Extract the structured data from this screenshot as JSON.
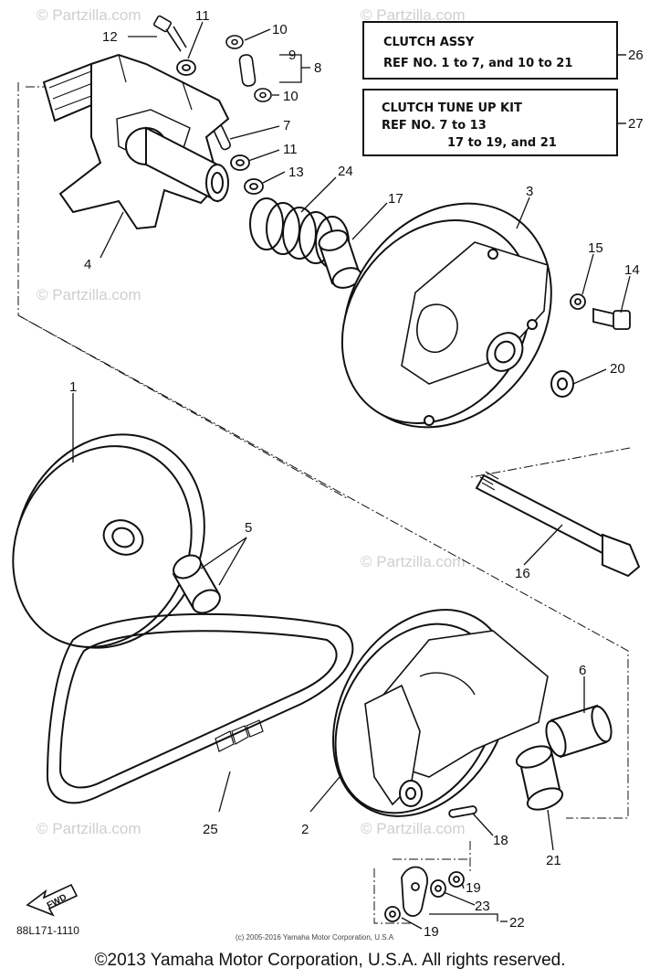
{
  "watermark": "© Partzilla.com",
  "ref_boxes": {
    "clutch_assy": {
      "title": "CLUTCH ASSY",
      "line": "REF NO. 1 to 7, and 10 to 21",
      "ref": "26"
    },
    "tune_up_kit": {
      "title": "CLUTCH TUNE UP KIT",
      "line1": "REF NO. 7 to 13",
      "line2": "17 to 19, and 21",
      "ref": "27"
    }
  },
  "callouts": {
    "c1": "1",
    "c2": "2",
    "c3": "3",
    "c4": "4",
    "c5": "5",
    "c6": "6",
    "c7": "7",
    "c8": "8",
    "c9": "9",
    "c10a": "10",
    "c10b": "10",
    "c11a": "11",
    "c11b": "11",
    "c12": "12",
    "c13": "13",
    "c14": "14",
    "c15": "15",
    "c16": "16",
    "c17": "17",
    "c18": "18",
    "c19a": "19",
    "c19b": "19",
    "c20": "20",
    "c21": "21",
    "c22": "22",
    "c23": "23",
    "c24": "24",
    "c25": "25"
  },
  "fwd_label": "FWD",
  "diagram_code": "88L171-1110",
  "small_copyright": "(c) 2005-2016 Yamaha Motor Corporation, U.S.A",
  "footer": "©2013 Yamaha Motor Corporation, U.S.A. All rights reserved."
}
